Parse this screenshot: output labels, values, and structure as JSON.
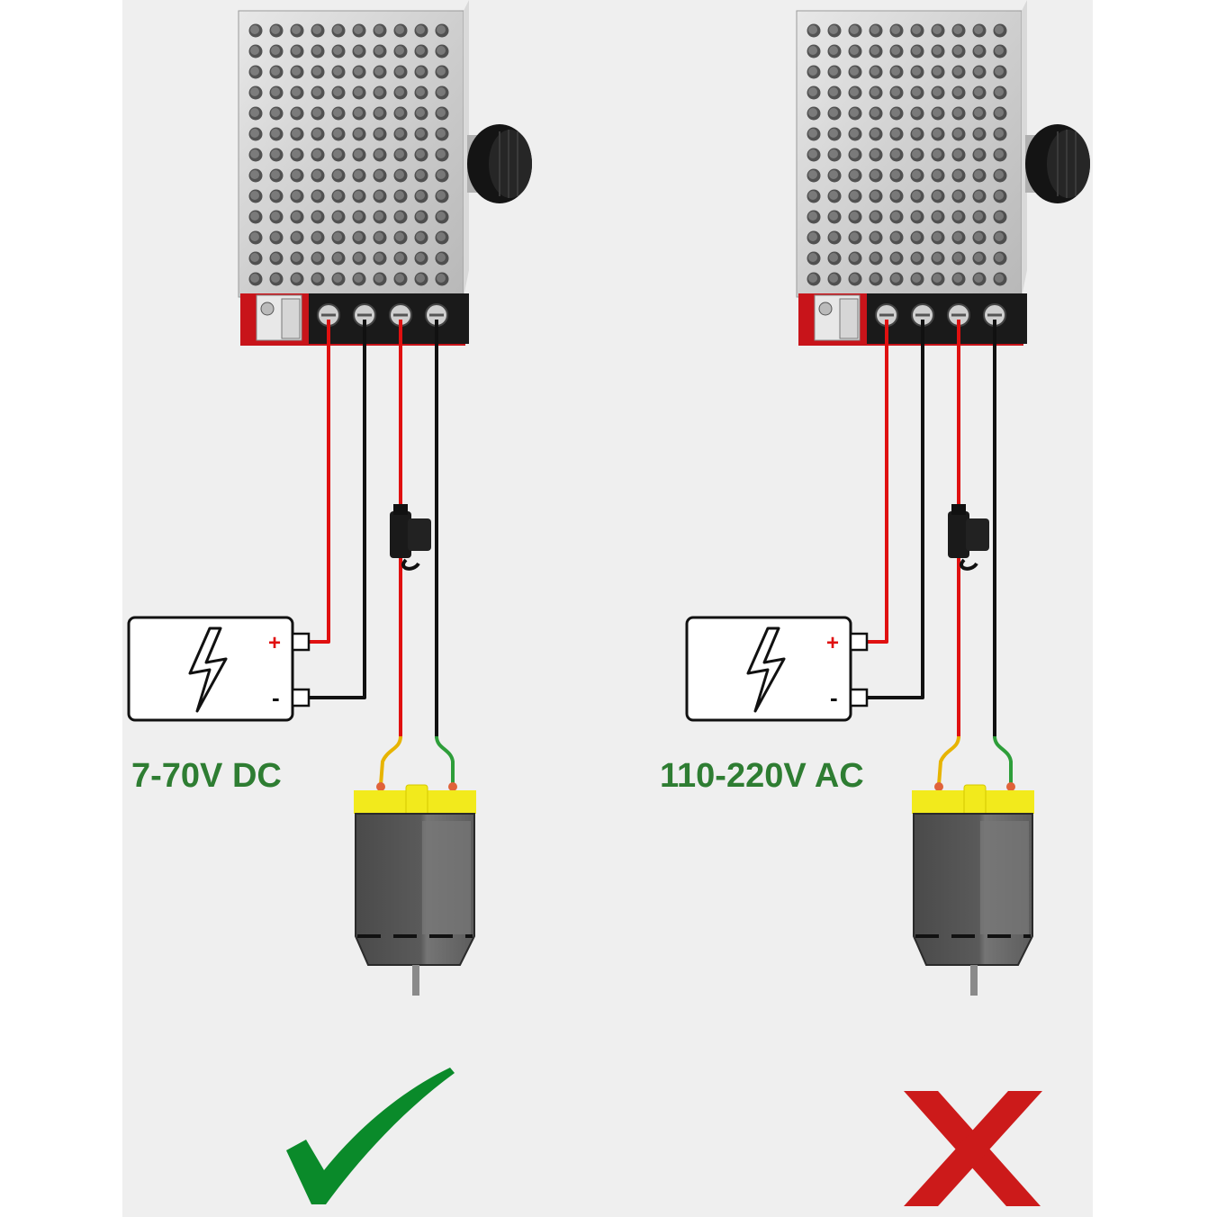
{
  "diagrams": [
    {
      "supply_label": "7-70V DC",
      "battery_plus": "+",
      "battery_minus": "-",
      "verdict": "correct",
      "verdict_icon": "check-mark-icon"
    },
    {
      "supply_label": "110-220V AC",
      "battery_plus": "+",
      "battery_minus": "-",
      "verdict": "incorrect",
      "verdict_icon": "cross-mark-icon"
    }
  ],
  "colors": {
    "background": "#efefef",
    "label_green": "#2e7d32",
    "wire_red": "#e01010",
    "wire_black": "#111111",
    "check_green": "#0a8a2a",
    "cross_red": "#cc1a1a",
    "motor_yellow": "#f2ea1c",
    "motor_body": "#555555"
  }
}
